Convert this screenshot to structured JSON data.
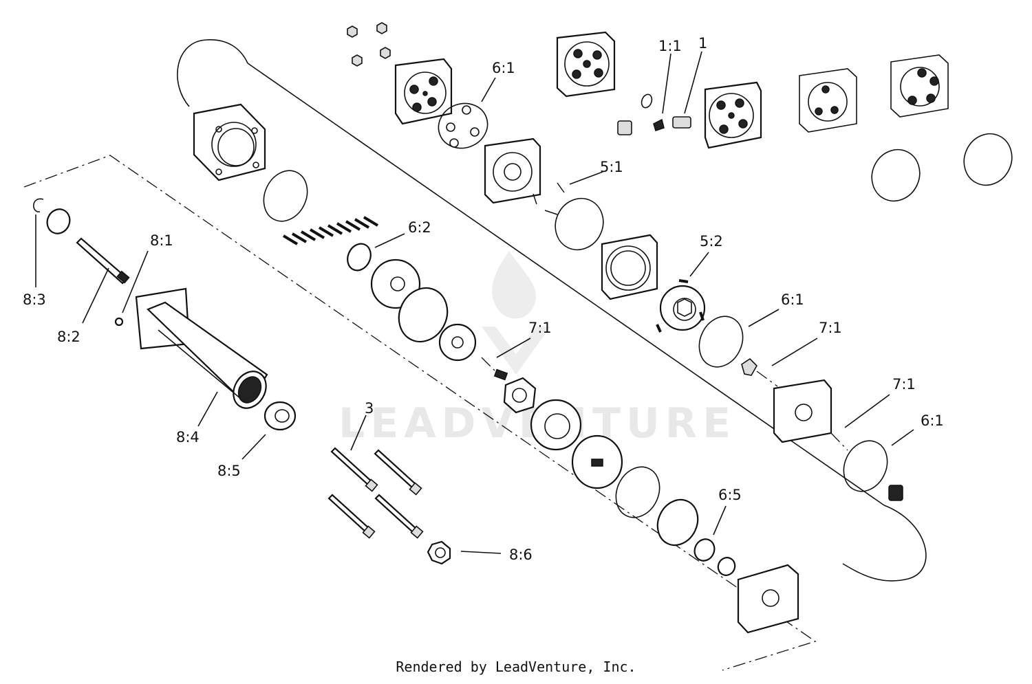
{
  "watermark": {
    "text": "LEADVENTURE"
  },
  "footer": {
    "credit": "Rendered by LeadVenture, Inc."
  },
  "callouts": [
    {
      "id": "c-1-1",
      "text": "1:1"
    },
    {
      "id": "c-1",
      "text": "1"
    },
    {
      "id": "c-6-1-a",
      "text": "6:1"
    },
    {
      "id": "c-5-1",
      "text": "5:1"
    },
    {
      "id": "c-6-2",
      "text": "6:2"
    },
    {
      "id": "c-5-2",
      "text": "5:2"
    },
    {
      "id": "c-6-1-b",
      "text": "6:1"
    },
    {
      "id": "c-7-1-a",
      "text": "7:1"
    },
    {
      "id": "c-7-1-b",
      "text": "7:1"
    },
    {
      "id": "c-7-1-c",
      "text": "7:1"
    },
    {
      "id": "c-6-1-c",
      "text": "6:1"
    },
    {
      "id": "c-8-1",
      "text": "8:1"
    },
    {
      "id": "c-8-3",
      "text": "8:3"
    },
    {
      "id": "c-8-2",
      "text": "8:2"
    },
    {
      "id": "c-8-4",
      "text": "8:4"
    },
    {
      "id": "c-8-5",
      "text": "8:5"
    },
    {
      "id": "c-3",
      "text": "3"
    },
    {
      "id": "c-6-5",
      "text": "6:5"
    },
    {
      "id": "c-8-6",
      "text": "8:6"
    }
  ]
}
